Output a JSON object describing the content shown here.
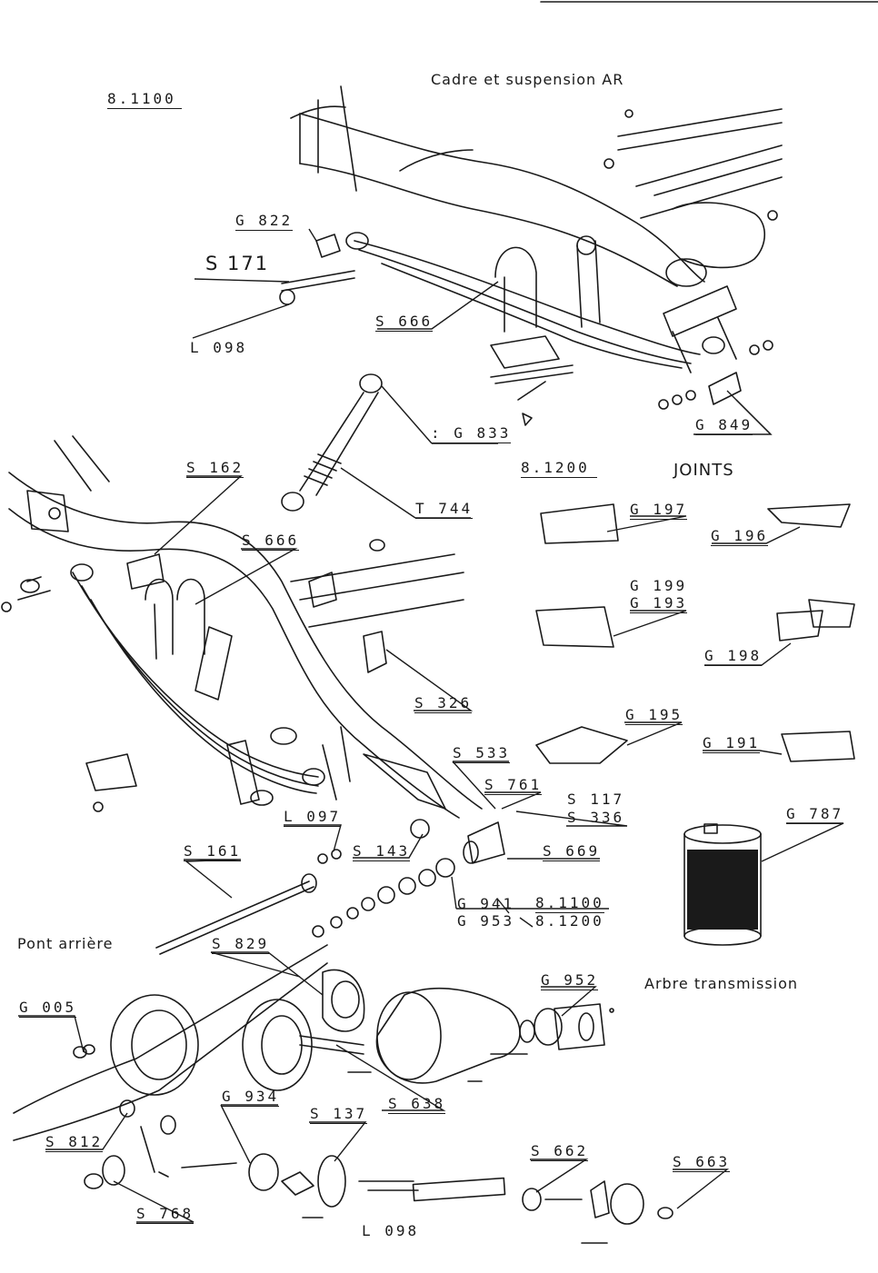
{
  "titles": {
    "frame_suspension": "Cadre et suspension AR",
    "joints": "JOINTS",
    "rear_axle": "Pont arrière",
    "driveshaft": "Arbre transmission"
  },
  "section_refs": {
    "frame": "8.1100",
    "joints": "8.1200",
    "ref_a": "8.1100",
    "ref_b": "8.1200"
  },
  "labels": {
    "g822": "G 822",
    "s171": "S 171",
    "l098_top": "L 098",
    "s666_top": "S 666",
    "g833": ": G 833",
    "g849": "G 849",
    "s162": "S 162",
    "t744": "T 744",
    "s666_mid": "S 666",
    "g197": "G 197",
    "g196": "G 196",
    "g199": "G 199",
    "g193": "G 193",
    "g198": "G 198",
    "s326": "S 326",
    "g195": "G 195",
    "g191": "G 191",
    "s533": "S 533",
    "s761": "S 761",
    "s117": "S 117",
    "s336": "S 336",
    "g787": "G 787",
    "l097": "L 097",
    "s161": "S 161",
    "s143": "S 143",
    "s669": "S 669",
    "g941": "G 941",
    "g953": "G 953",
    "s829": "S 829",
    "g952": "G 952",
    "g005": "G 005",
    "s638": "S 638",
    "g934": "G 934",
    "s137": "S 137",
    "s812": "S 812",
    "s662": "S 662",
    "s663": "S 663",
    "s768": "S 768",
    "l098_bottom": "L 098"
  },
  "colors": {
    "ink": "#1a1a1a",
    "paper": "#ffffff"
  }
}
